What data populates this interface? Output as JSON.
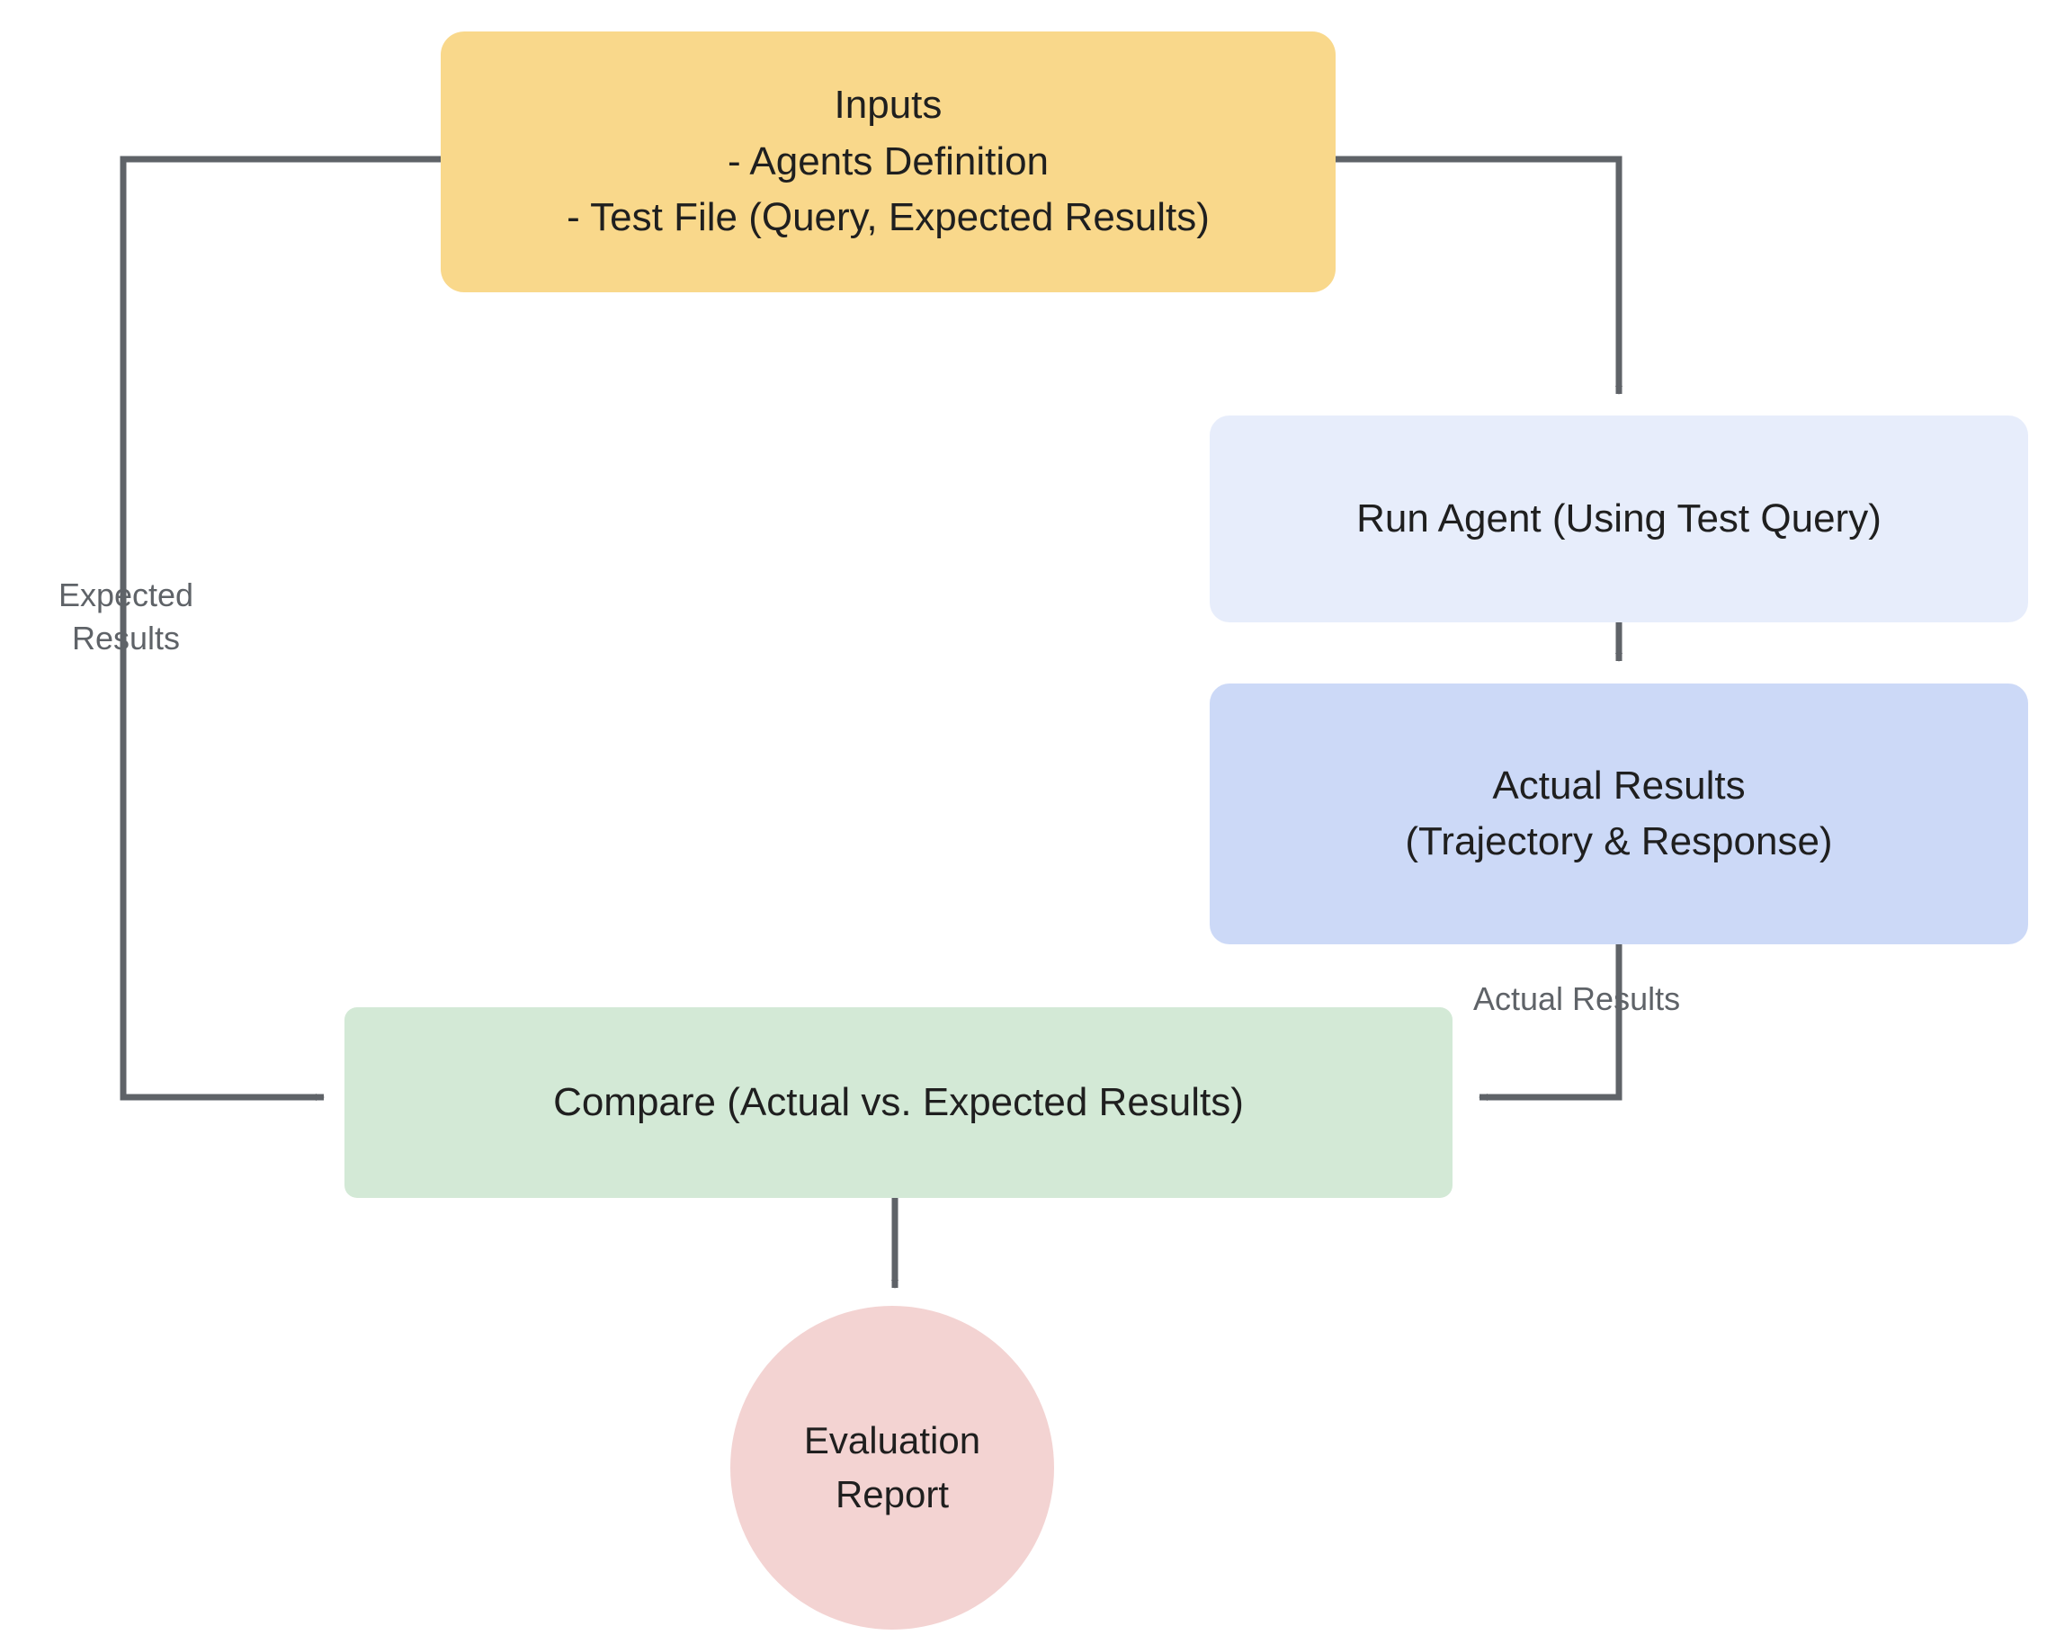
{
  "diagram": {
    "title": "Agent Evaluation Flow",
    "background_color": "#ffffff",
    "edge_color": "#5f6368",
    "nodes": [
      {
        "id": "inputs",
        "label": "Inputs\n- Agents Definition\n- Test File (Query, Expected Results)",
        "shape": "rounded-rectangle",
        "color": "#f9d88b"
      },
      {
        "id": "run_agent",
        "label": "Run Agent (Using Test Query)",
        "shape": "rounded-rectangle",
        "color": "#e7edfb"
      },
      {
        "id": "actual_results",
        "label": "Actual Results\n(Trajectory & Response)",
        "shape": "rounded-rectangle",
        "color": "#ccd9f7"
      },
      {
        "id": "compare",
        "label": "Compare (Actual vs. Expected Results)",
        "shape": "rounded-rectangle",
        "color": "#d3e9d6"
      },
      {
        "id": "evaluation_report",
        "label": "Evaluation\nReport",
        "shape": "circle",
        "color": "#f3d3d2"
      }
    ],
    "edges": [
      {
        "id": "inputs-to-run-agent",
        "from": "inputs",
        "to": "run_agent",
        "label": ""
      },
      {
        "id": "run-agent-to-actual-results",
        "from": "run_agent",
        "to": "actual_results",
        "label": ""
      },
      {
        "id": "inputs-to-compare",
        "from": "inputs",
        "to": "compare",
        "label": "Expected\nResults"
      },
      {
        "id": "actual-results-to-compare",
        "from": "actual_results",
        "to": "compare",
        "label": "Actual Results"
      },
      {
        "id": "compare-to-evaluation-report",
        "from": "compare",
        "to": "evaluation_report",
        "label": ""
      }
    ]
  }
}
